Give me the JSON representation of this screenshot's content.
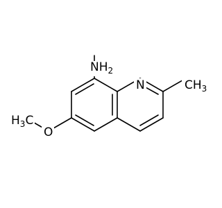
{
  "molecule": {
    "atoms": {
      "amine": {
        "main": "NH",
        "sub": "2"
      },
      "ring_nitrogen": {
        "main": "N"
      },
      "methyl": {
        "pre": "CH",
        "sub": "3"
      },
      "methoxy_carbon": {
        "pre": "H",
        "sub": "3",
        "post": "C"
      },
      "methoxy_oxygen": {
        "main": "O"
      }
    }
  },
  "colors": {
    "bond": "#000000",
    "label": "#000000",
    "background": "#ffffff"
  }
}
